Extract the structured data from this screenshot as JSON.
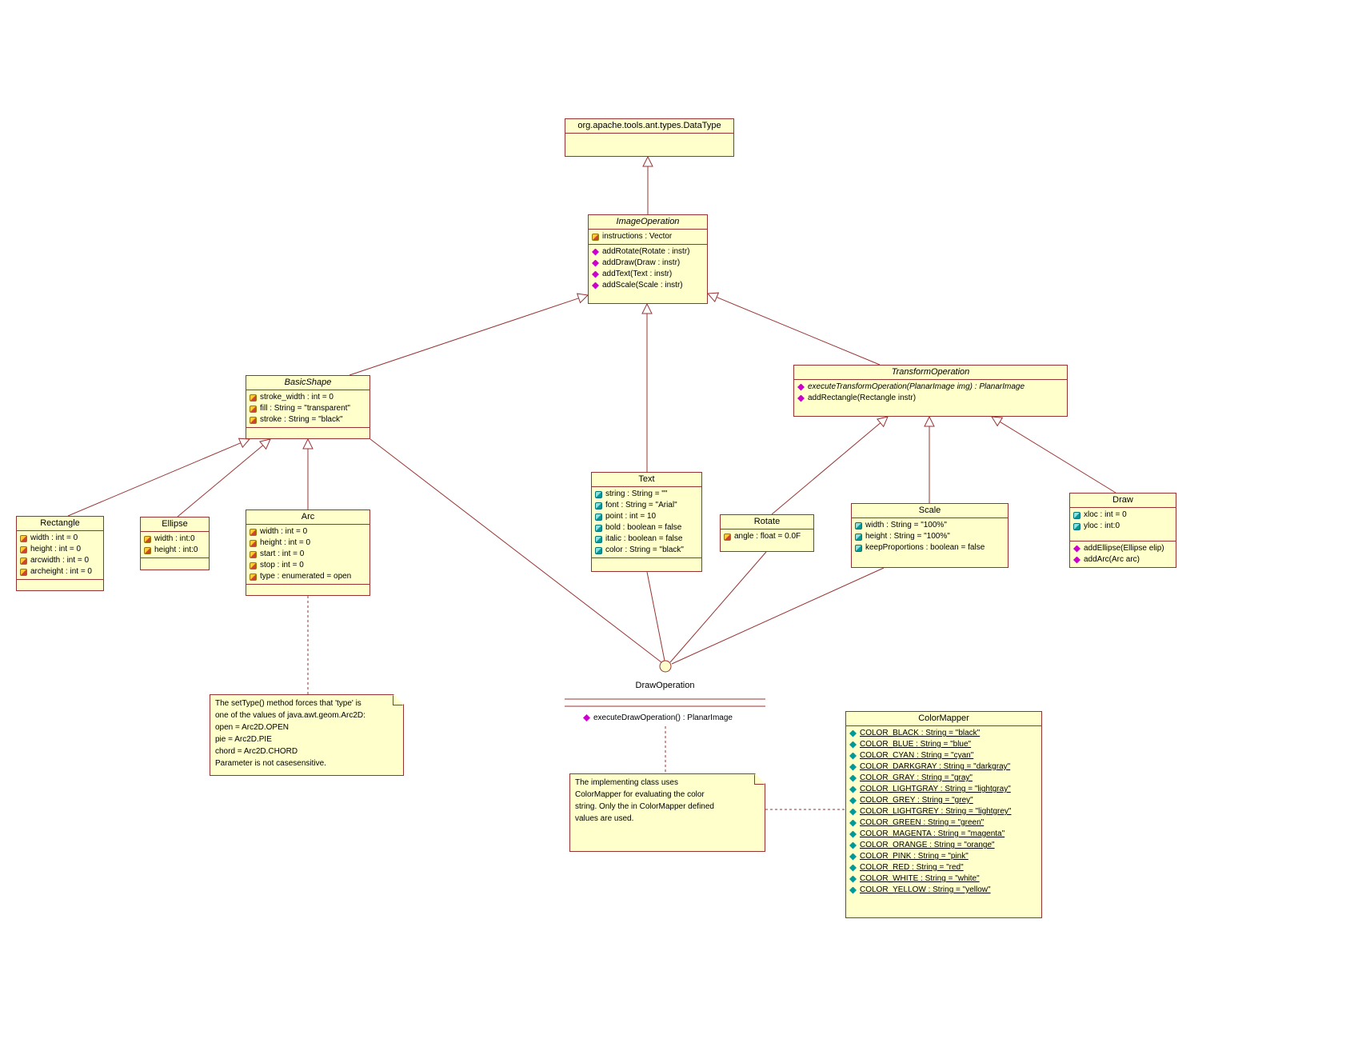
{
  "colors": {
    "box_fill": "#ffffcc",
    "box_border": "#993333",
    "connector_line": "#993333",
    "operation_icon": "#cc00cc",
    "attribute_icon_warm": "#cc4433",
    "attribute_icon_teal": "#009999"
  },
  "classes": {
    "data_type": {
      "name": "org.apache.tools.ant.types.DataType"
    },
    "image_operation": {
      "name": "ImageOperation",
      "attributes": [
        "instructions : Vector"
      ],
      "operations": [
        "addRotate(Rotate : instr)",
        "addDraw(Draw : instr)",
        "addText(Text : instr)",
        "addScale(Scale : instr)"
      ]
    },
    "basic_shape": {
      "name": "BasicShape",
      "attributes": [
        "stroke_width : int = 0",
        "fill : String = \"transparent\"",
        "stroke : String = \"black\""
      ]
    },
    "transform_operation": {
      "name": "TransformOperation",
      "operations": [
        "executeTransformOperation(PlanarImage img) : PlanarImage",
        "addRectangle(Rectangle instr)"
      ]
    },
    "rectangle": {
      "name": "Rectangle",
      "attributes": [
        "width : int = 0",
        "height : int = 0",
        "arcwidth : int = 0",
        "archeight : int = 0"
      ]
    },
    "ellipse": {
      "name": "Ellipse",
      "attributes": [
        "width : int:0",
        "height : int:0"
      ]
    },
    "arc": {
      "name": "Arc",
      "attributes": [
        "width : int = 0",
        "height : int = 0",
        "start : int = 0",
        "stop : int = 0",
        "type : enumerated = open"
      ]
    },
    "text": {
      "name": "Text",
      "attributes": [
        "string : String = \"\"",
        "font : String = \"Arial\"",
        "point : int = 10",
        "bold : boolean = false",
        "italic : boolean = false",
        "color : String = \"black\""
      ]
    },
    "rotate": {
      "name": "Rotate",
      "attributes": [
        "angle : float = 0.0F"
      ]
    },
    "scale": {
      "name": "Scale",
      "attributes": [
        "width : String = \"100%\"",
        "height : String = \"100%\"",
        "keepProportions : boolean = false"
      ]
    },
    "draw": {
      "name": "Draw",
      "attributes": [
        "xloc : int = 0",
        "yloc : int:0"
      ],
      "operations": [
        "addEllipse(Ellipse elip)",
        "addArc(Arc arc)"
      ]
    },
    "color_mapper": {
      "name": "ColorMapper",
      "attributes": [
        "COLOR_BLACK : String = \"black\"",
        "COLOR_BLUE : String = \"blue\"",
        "COLOR_CYAN : String = \"cyan\"",
        "COLOR_DARKGRAY : String = \"darkgray\"",
        "COLOR_GRAY : String = \"gray\"",
        "COLOR_LIGHTGRAY : String = \"lightgray\"",
        "COLOR_GREY : String = \"grey\"",
        "COLOR_LIGHTGREY : String = \"lightgrey\"",
        "COLOR_GREEN : String = \"green\"",
        "COLOR_MAGENTA : String = \"magenta\"",
        "COLOR_ORANGE : String = \"orange\"",
        "COLOR_PINK : String = \"pink\"",
        "COLOR_RED : String = \"red\"",
        "COLOR_WHITE : String = \"white\"",
        "COLOR_YELLOW : String = \"yellow\""
      ]
    }
  },
  "interface": {
    "name": "DrawOperation",
    "operations": [
      "executeDrawOperation() : PlanarImage"
    ]
  },
  "notes": {
    "arc_note": "The setType() method forces that 'type' is\none of the values of java.awt.geom.Arc2D:\nopen = Arc2D.OPEN\npie = Arc2D.PIE\nchord = Arc2D.CHORD\nParameter is not casesensitive.",
    "color_note": "The implementing class uses\nColorMapper for evaluating the color\nstring. Only the in ColorMapper defined\nvalues are used."
  }
}
